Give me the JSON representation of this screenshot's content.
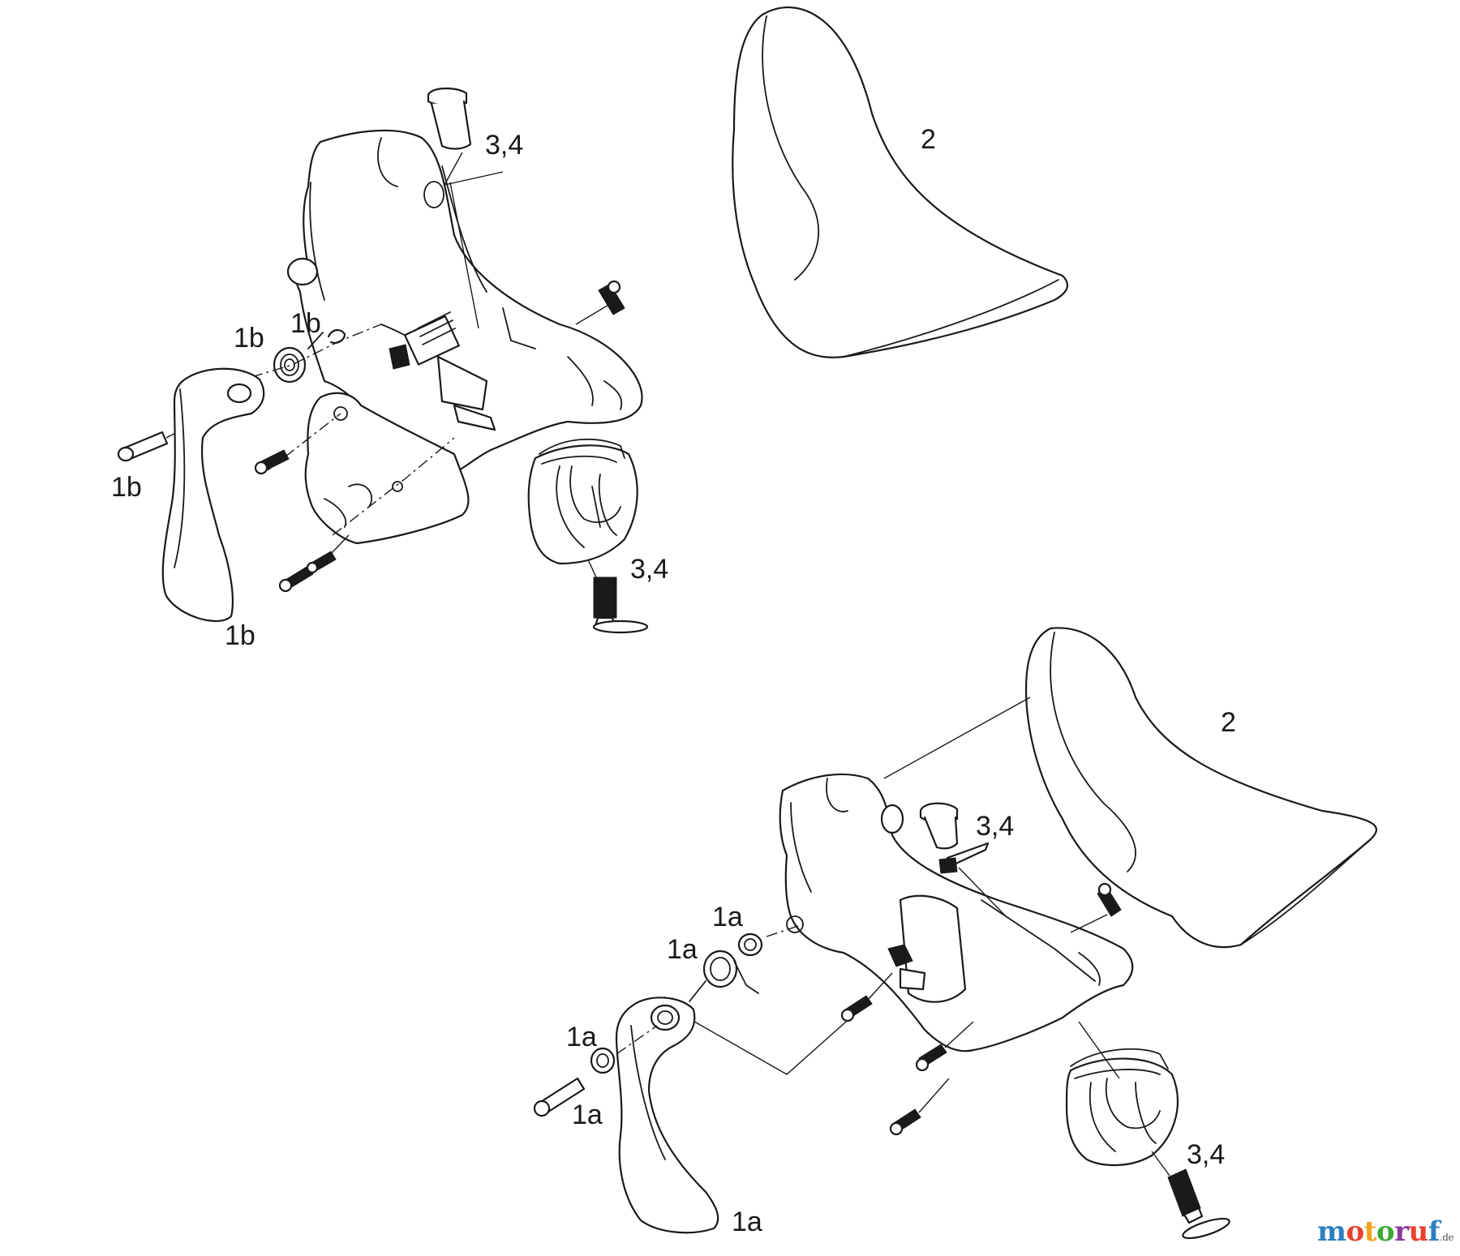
{
  "callouts": {
    "top_cover": "2",
    "top_bleed_cap": "3,4",
    "top_spring_1": "1b",
    "top_spring_2": "1b",
    "top_pin": "1b",
    "top_lever": "1b",
    "top_bolt": "3,4",
    "bottom_cover": "2",
    "bottom_bleed_cap": "3,4",
    "bottom_bushing": "1a",
    "bottom_spring": "1a",
    "bottom_washer": "1a",
    "bottom_pin": "1a",
    "bottom_lever": "1a",
    "bottom_bolt": "3,4"
  },
  "watermark": {
    "letters": [
      "m",
      "o",
      "t",
      "o",
      "r",
      "u",
      "f"
    ],
    "letter_colors": [
      "#2e7fc1",
      "#e8412e",
      "#f0a21b",
      "#3aa935",
      "#8a3a9c",
      "#e8412e",
      "#2e7fc1"
    ],
    "suffix": ".de"
  }
}
